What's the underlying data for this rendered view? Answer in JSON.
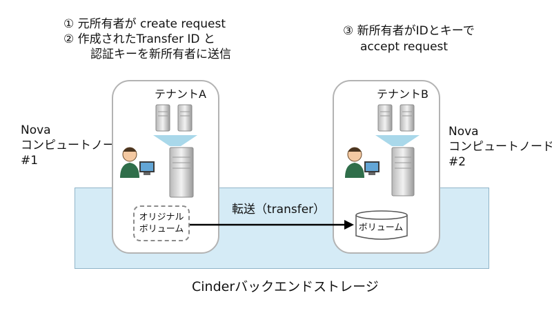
{
  "steps_left": [
    "① 元所有者が create request",
    "② 作成されたTransfer ID と",
    "認証キーを新所有者に送信"
  ],
  "steps_right": [
    "③ 新所有者がIDとキーで",
    "accept request"
  ],
  "nodes": {
    "left": [
      "Nova",
      "コンピュートノード",
      "#1"
    ],
    "right": [
      "Nova",
      "コンピュートノード",
      "#2"
    ]
  },
  "tenants": {
    "a": "テナントA",
    "b": "テナントB"
  },
  "volumes": {
    "original": [
      "オリジナル",
      "ボリューム"
    ],
    "new": "ボリューム"
  },
  "transfer_label": "転送（transfer）",
  "storage_caption": "Cinderバックエンドストレージ"
}
